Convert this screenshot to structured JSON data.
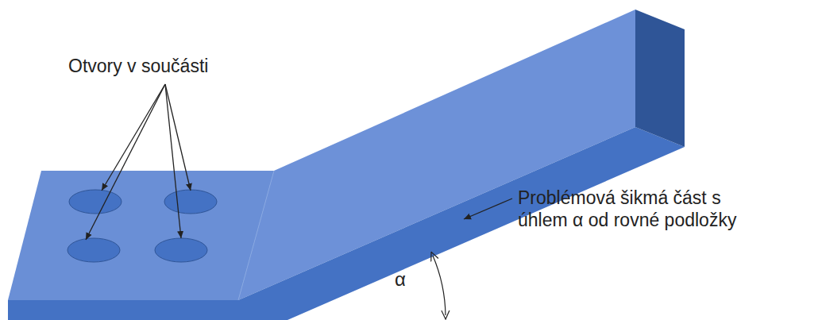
{
  "diagram": {
    "labels": [
      "Otvory v součásti",
      "Problémová šikmá část s úhlem α od rovné podložky",
      "α"
    ]
  }
}
